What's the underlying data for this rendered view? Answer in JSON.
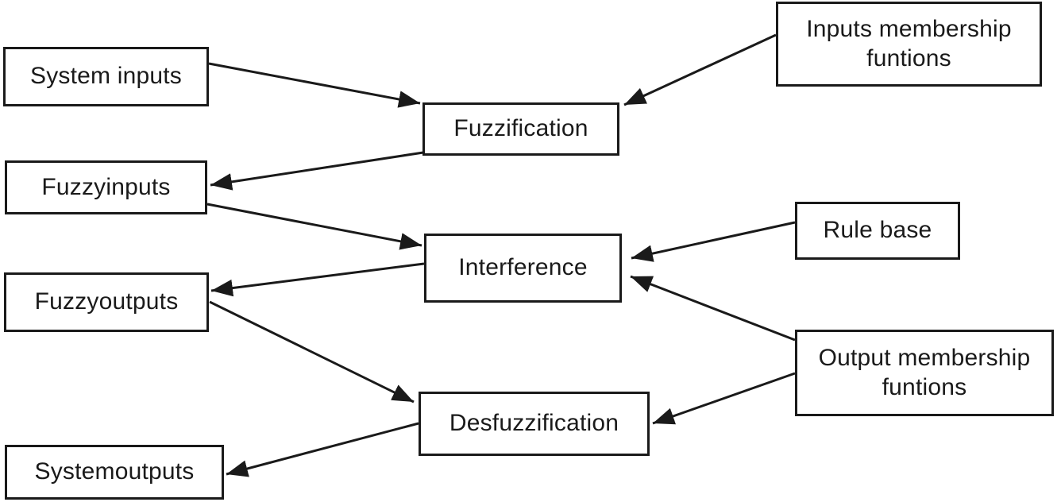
{
  "diagram": {
    "type": "flow-diagram",
    "colors": {
      "background": "#ffffff",
      "box_fill": "#ffffff",
      "line": "#1a1a1a",
      "text": "#1a1a1a"
    },
    "nodes": {
      "system_inputs": {
        "label": "System inputs"
      },
      "inputs_membership": {
        "label": "Inputs membership\nfuntions"
      },
      "fuzzification": {
        "label": "Fuzzification"
      },
      "fuzzy_inputs": {
        "label": "Fuzzyinputs"
      },
      "rule_base": {
        "label": "Rule base"
      },
      "interference": {
        "label": "Interference"
      },
      "fuzzy_outputs": {
        "label": "Fuzzyoutputs"
      },
      "output_membership": {
        "label": "Output membership\nfuntions"
      },
      "desfuzzification": {
        "label": "Desfuzzification"
      },
      "system_outputs": {
        "label": "Systemoutputs"
      }
    },
    "edges": [
      {
        "from": "system_inputs",
        "to": "fuzzification"
      },
      {
        "from": "inputs_membership",
        "to": "fuzzification"
      },
      {
        "from": "fuzzification",
        "to": "fuzzy_inputs"
      },
      {
        "from": "fuzzy_inputs",
        "to": "interference"
      },
      {
        "from": "rule_base",
        "to": "interference"
      },
      {
        "from": "output_membership",
        "to": "interference"
      },
      {
        "from": "interference",
        "to": "fuzzy_outputs"
      },
      {
        "from": "fuzzy_outputs",
        "to": "desfuzzification"
      },
      {
        "from": "output_membership",
        "to": "desfuzzification"
      },
      {
        "from": "desfuzzification",
        "to": "system_outputs"
      }
    ]
  }
}
